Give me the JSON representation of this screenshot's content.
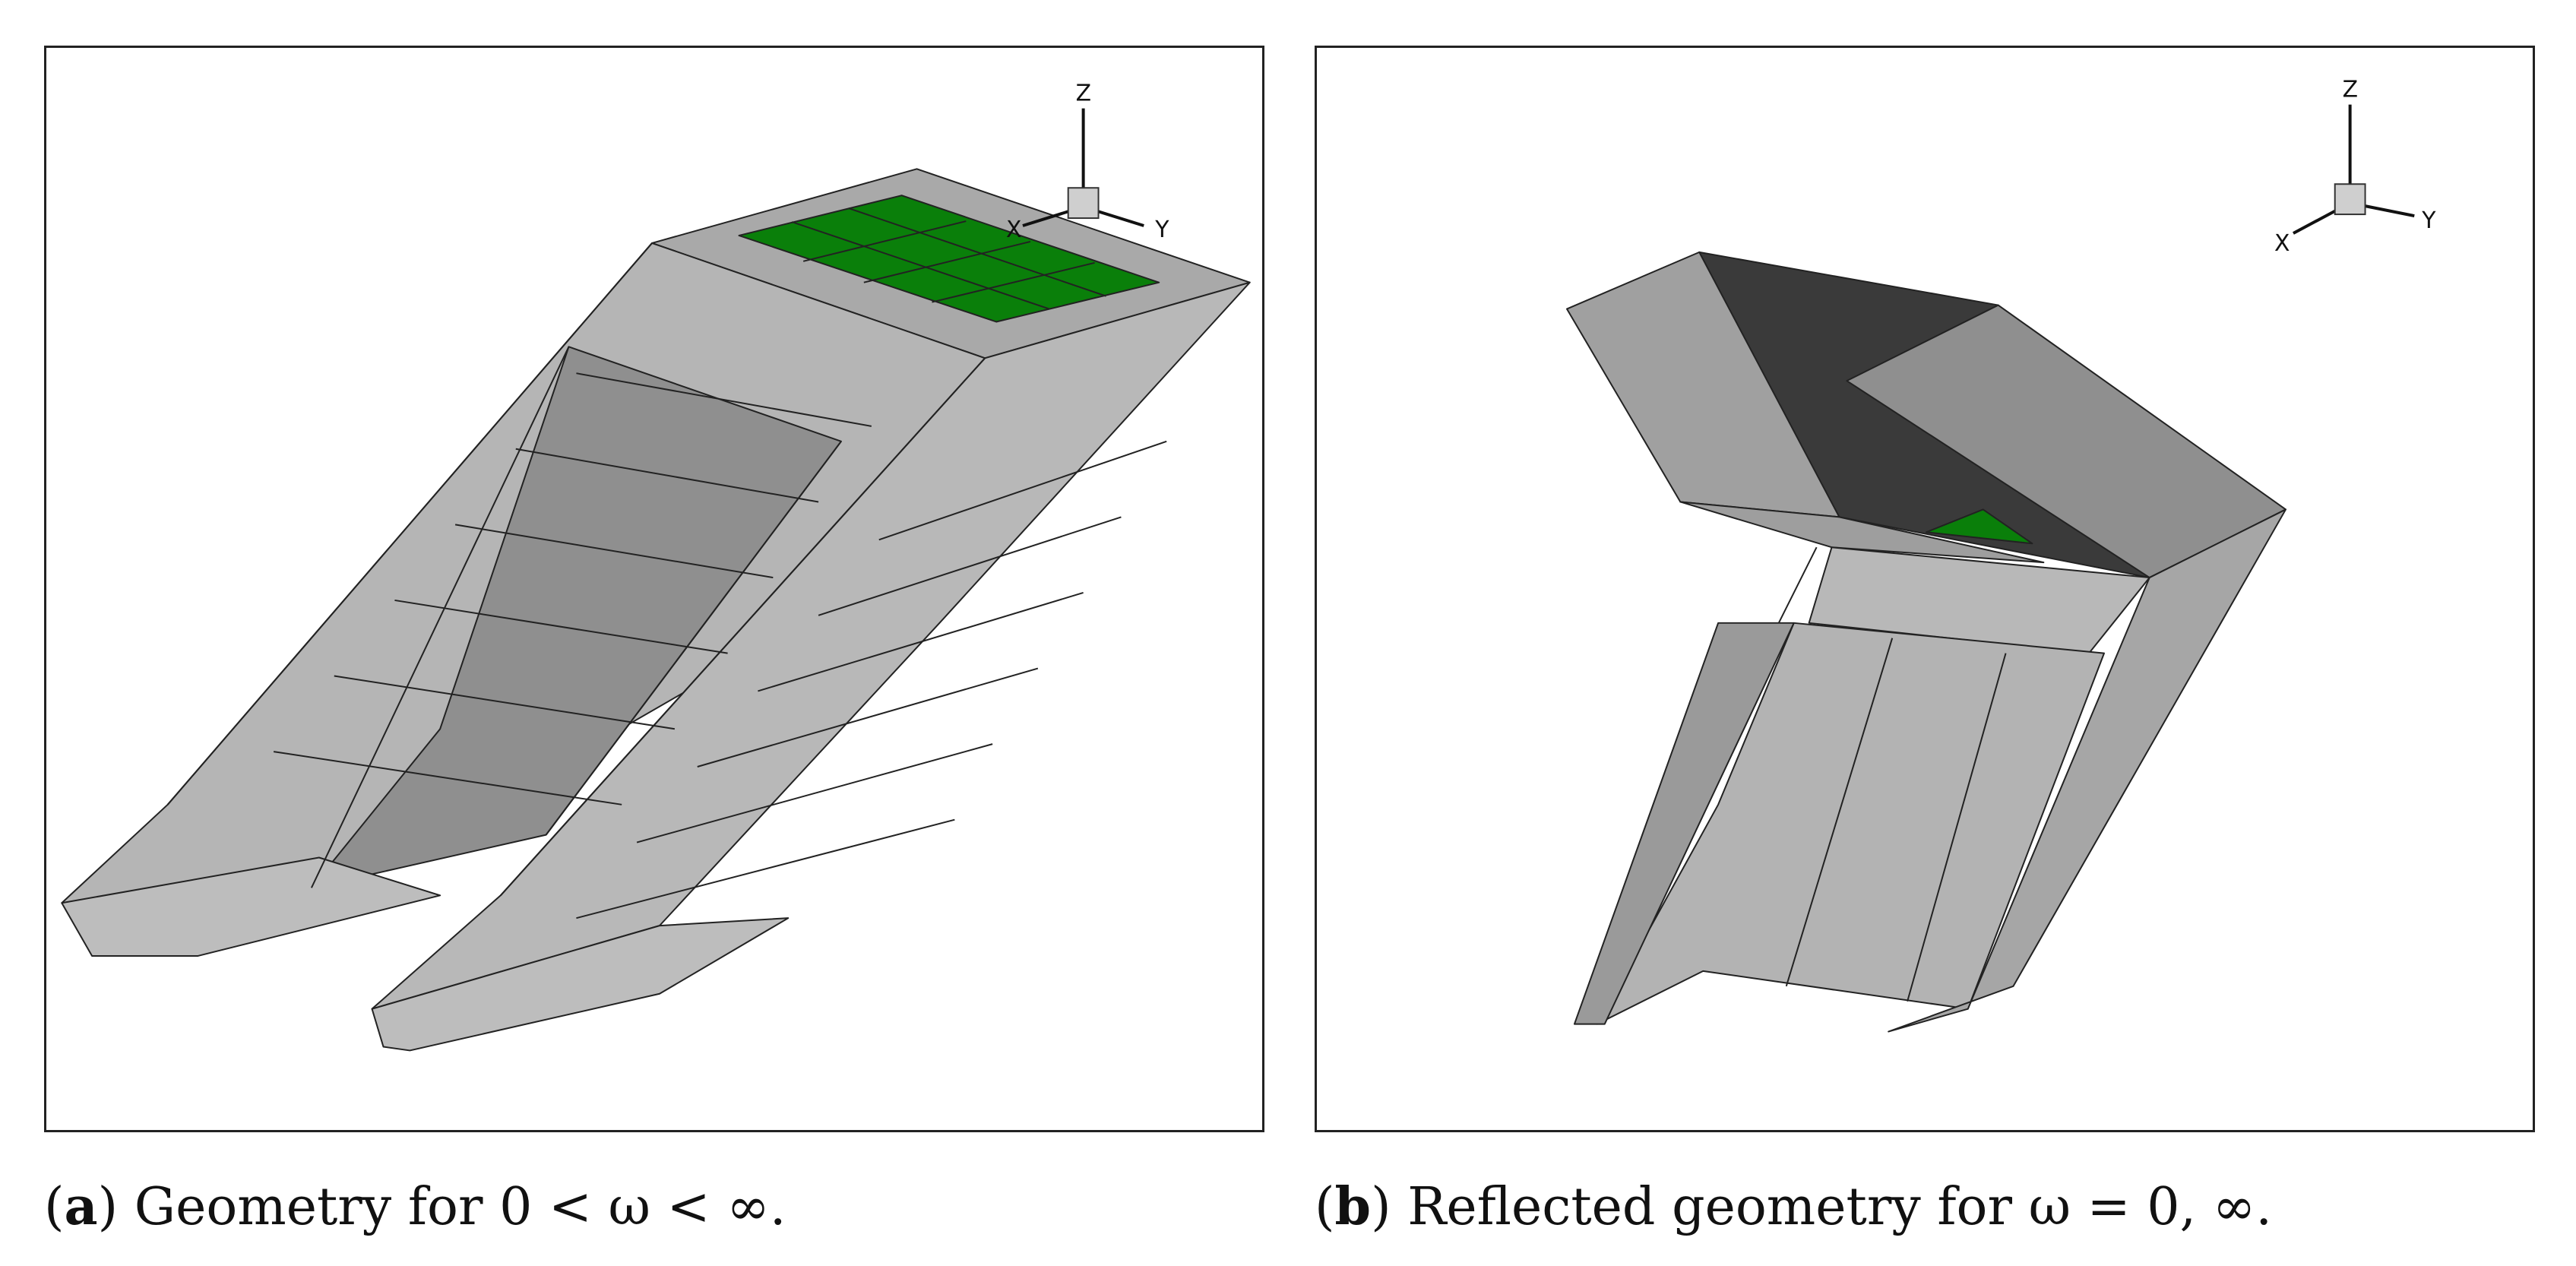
{
  "figure": {
    "panel_a": {
      "label_open": "(",
      "label_letter": "a",
      "label_close": ")",
      "caption_text": "Geometry for 0 < ω < ∞.",
      "axes": {
        "z": "Z",
        "x": "X",
        "y": "Y"
      }
    },
    "panel_b": {
      "label_open": "(",
      "label_letter": "b",
      "label_close": ")",
      "caption_text": "Reflected geometry for ω = 0, ∞.",
      "axes": {
        "z": "Z",
        "x": "X",
        "y": "Y"
      }
    }
  },
  "colors": {
    "surface_light": "#b3b3b3",
    "surface_mid": "#a0a0a0",
    "surface_dark": "#8c8c8c",
    "surface_interior": "#3a3a3a",
    "highlight_green": "#0a7f0a",
    "edge": "#222222"
  }
}
